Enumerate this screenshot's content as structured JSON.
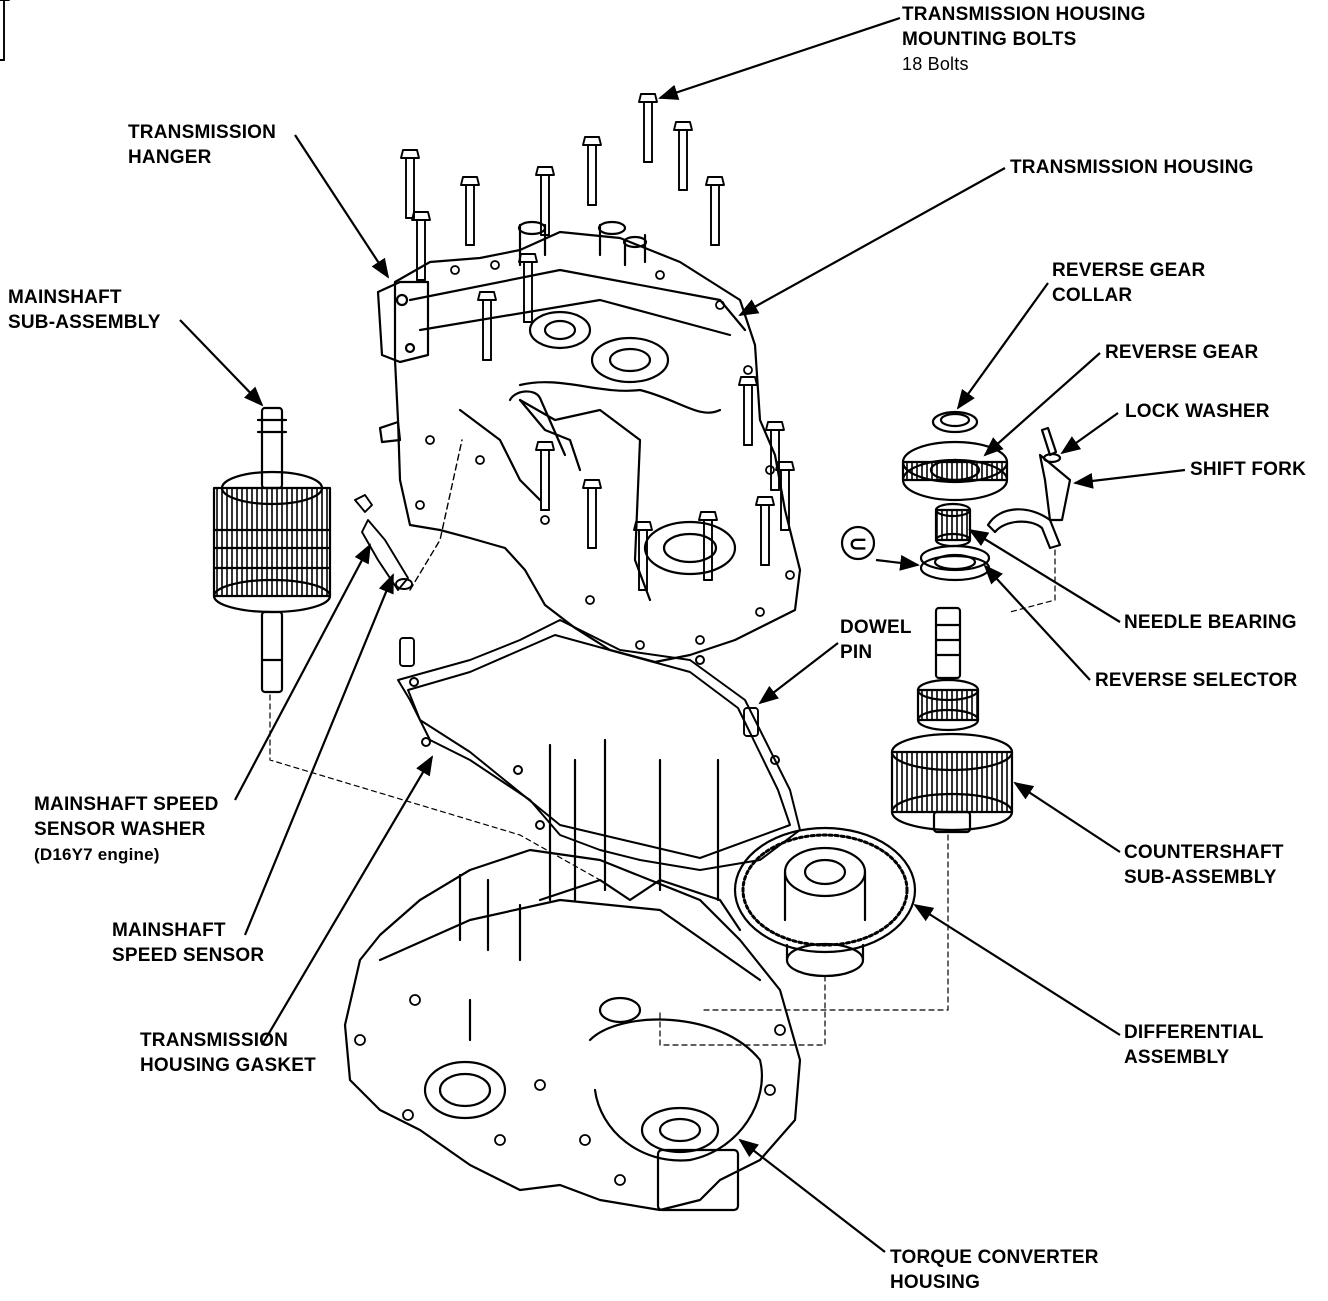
{
  "labels": {
    "housing_bolts": {
      "line1": "TRANSMISSION HOUSING",
      "line2": "MOUNTING BOLTS",
      "line3": "18 Bolts"
    },
    "hanger": {
      "line1": "TRANSMISSION",
      "line2": "HANGER"
    },
    "housing": {
      "line1": "TRANSMISSION HOUSING"
    },
    "mainshaft_sub": {
      "line1": "MAINSHAFT",
      "line2": "SUB-ASSEMBLY"
    },
    "reverse_collar": {
      "line1": "REVERSE GEAR",
      "line2": "COLLAR"
    },
    "reverse_gear": {
      "line1": "REVERSE GEAR"
    },
    "lock_washer": {
      "line1": "LOCK WASHER"
    },
    "shift_fork": {
      "line1": "SHIFT FORK"
    },
    "needle_bearing": {
      "line1": "NEEDLE BEARING"
    },
    "reverse_selector": {
      "line1": "REVERSE SELECTOR"
    },
    "dowel_pin": {
      "line1": "DOWEL",
      "line2": "PIN"
    },
    "speed_sensor_washer": {
      "line1": "MAINSHAFT SPEED",
      "line2": "SENSOR WASHER",
      "line3": "(D16Y7 engine)"
    },
    "speed_sensor": {
      "line1": "MAINSHAFT",
      "line2": "SPEED SENSOR"
    },
    "housing_gasket": {
      "line1": "TRANSMISSION",
      "line2": "HOUSING GASKET"
    },
    "countershaft_sub": {
      "line1": "COUNTERSHAFT",
      "line2": "SUB-ASSEMBLY"
    },
    "differential": {
      "line1": "DIFFERENTIAL",
      "line2": "ASSEMBLY"
    },
    "torque_housing": {
      "line1": "TORQUE CONVERTER",
      "line2": "HOUSING"
    }
  },
  "replace_symbol": "⊂"
}
